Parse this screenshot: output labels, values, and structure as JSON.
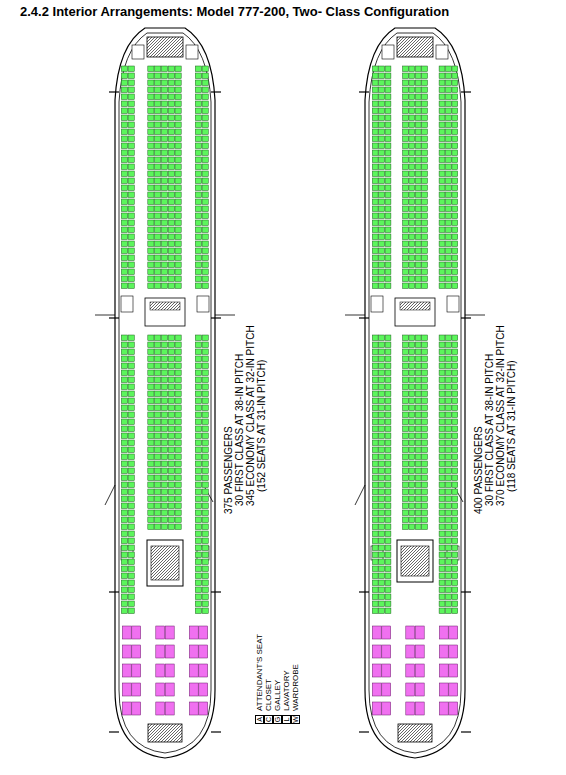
{
  "diagram": {
    "title": "2.4.2 Interior Arrangements: Model 777-200, Two- Class Configuration",
    "labels": [
      "375 PASSENGERS",
      "30 FIRST CLASS AT 38-IN PITCH",
      "345 ECONOMY CLASS AT 32-IN PITCH",
      "(152 SEATS AT 31-IN PITCH)",
      "400 PASSENGERS",
      "30 FIRST CLASS AT 38-IN PITCH",
      "370 ECONOMY CLASS AT 32-IN PITCH",
      "(118 SEATS AT 31-IN PITCH)",
      "A",
      "C",
      "G",
      "L",
      "W"
    ],
    "legend": [
      {
        "text": "ATTENDANT'S SEAT"
      },
      {
        "text": "CLOSET"
      },
      {
        "text": "GALLEY"
      },
      {
        "text": "LAVATORY"
      },
      {
        "text": "WARDROBE"
      }
    ]
  }
}
